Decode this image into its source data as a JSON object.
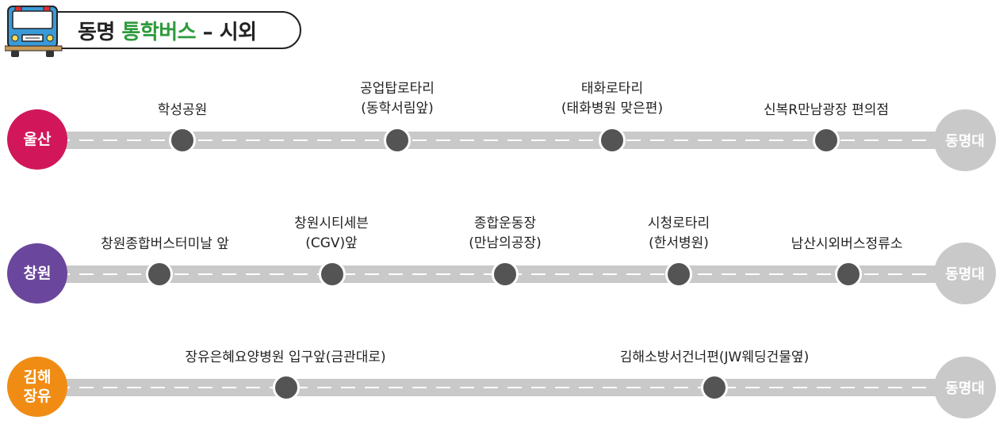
{
  "header": {
    "title_prefix": "동명",
    "title_highlight": "통학버스",
    "title_suffix": "– 시외"
  },
  "colors": {
    "ulsan": "#d1175a",
    "changwon": "#6a479c",
    "gimhae": "#f08c14",
    "road": "#c9c9c9",
    "stop": "#545454",
    "highlight": "#2e9a3c"
  },
  "routes": [
    {
      "origin": "울산",
      "destination": "동명대",
      "stops": [
        {
          "line1": "학성공원",
          "line2": ""
        },
        {
          "line1": "공업탑로타리",
          "line2": "(동학서림앞)"
        },
        {
          "line1": "태화로타리",
          "line2": "(태화병원 맞은편)"
        },
        {
          "line1": "신복R만남광장 편의점",
          "line2": ""
        }
      ]
    },
    {
      "origin": "창원",
      "destination": "동명대",
      "stops": [
        {
          "line1": "창원종합버스터미날 앞",
          "line2": ""
        },
        {
          "line1": "창원시티세븐",
          "line2": "(CGV)앞"
        },
        {
          "line1": "종합운동장",
          "line2": "(만남의공장)"
        },
        {
          "line1": "시청로타리",
          "line2": "(한서병원)"
        },
        {
          "line1": "남산시외버스정류소",
          "line2": ""
        }
      ]
    },
    {
      "origin_line1": "김해",
      "origin_line2": "장유",
      "destination": "동명대",
      "stops": [
        {
          "line1": "장유은혜요양병원 입구앞(금관대로)",
          "line2": ""
        },
        {
          "line1": "김해소방서건너편(JW웨딩건물옆)",
          "line2": ""
        }
      ]
    }
  ]
}
